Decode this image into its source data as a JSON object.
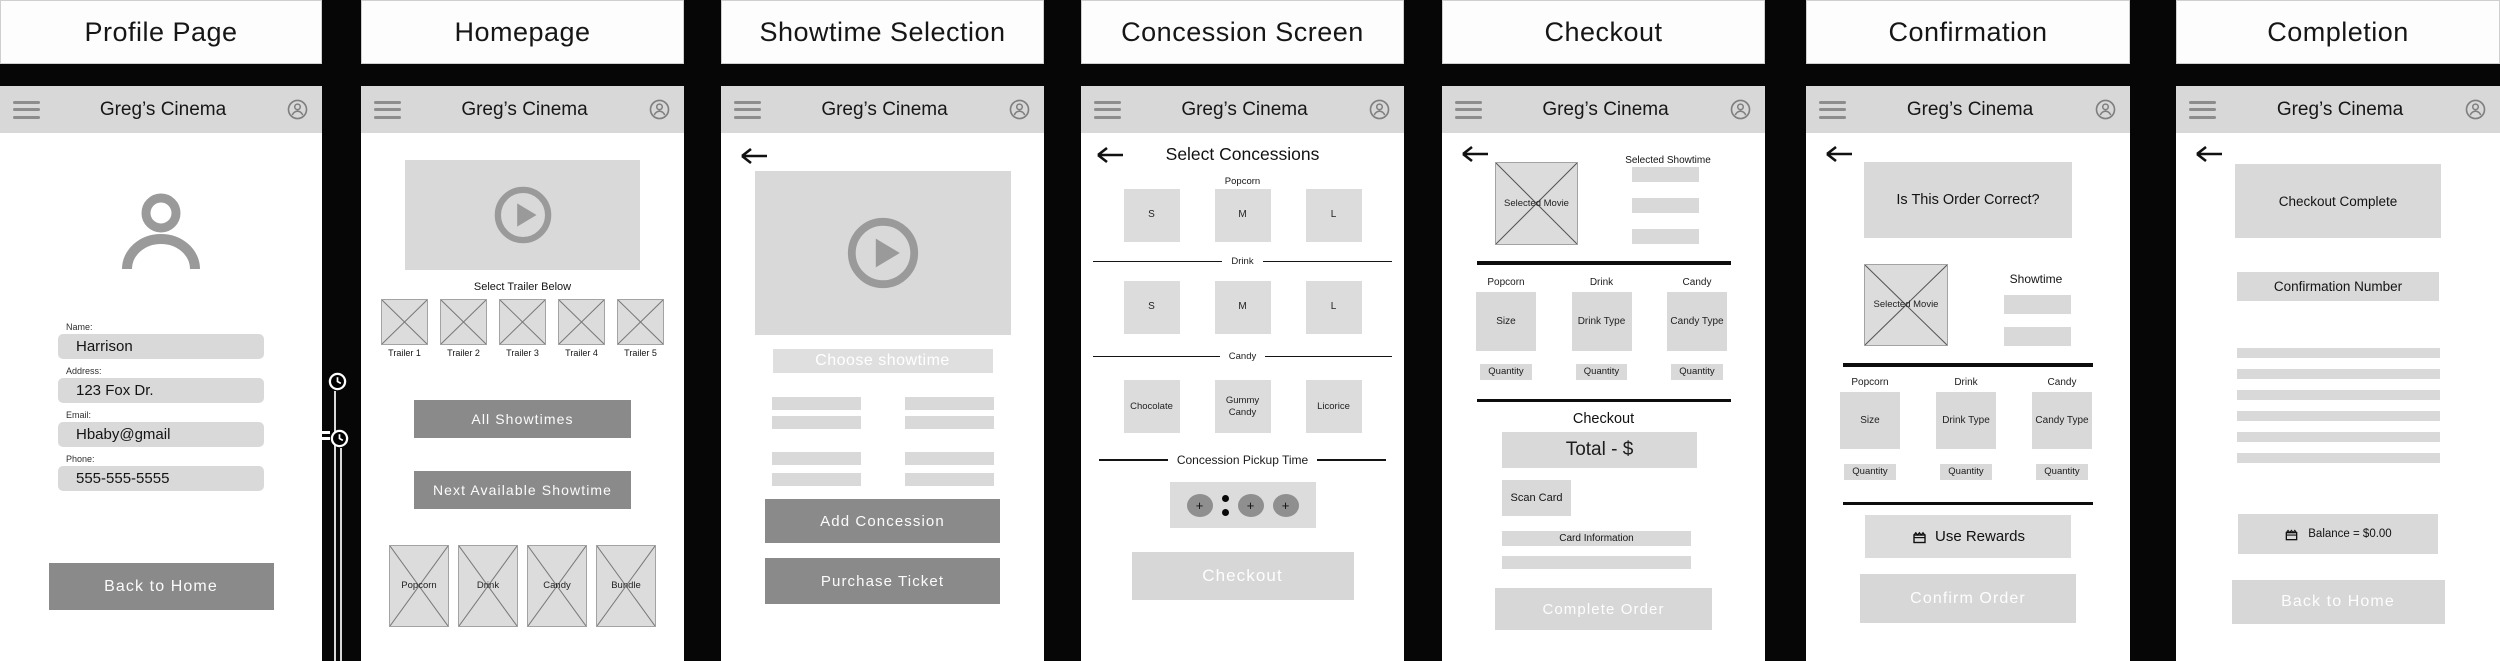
{
  "app": {
    "header_title": "Greg’s Cinema",
    "icons": {
      "menu": "hamburger",
      "account": "account-circle",
      "play": "play-circle",
      "back": "left-arrow",
      "clock": "clock",
      "rewards": "rewards-card"
    },
    "colors": {
      "background": "#060606",
      "header_gray": "#d8d8d8",
      "placeholder_gray": "#d9d9d9",
      "dark_button": "#8a8a8a",
      "disabled_button": "#d7d7d7",
      "icon_gray": "#9a9a9a"
    }
  },
  "panels": {
    "profile": {
      "title": "Profile Page",
      "fields": [
        {
          "label": "Name:",
          "value": "Harrison"
        },
        {
          "label": "Address:",
          "value": "123 Fox Dr."
        },
        {
          "label": "Email:",
          "value": "Hbaby@gmail"
        },
        {
          "label": "Phone:",
          "value": "555-555-5555"
        }
      ],
      "back_button": "Back to Home"
    },
    "homepage": {
      "title": "Homepage",
      "select_trailer_label": "Select Trailer Below",
      "trailers": [
        "Trailer 1",
        "Trailer 2",
        "Trailer 3",
        "Trailer 4",
        "Trailer 5"
      ],
      "all_showtimes_button": "All Showtimes",
      "next_available_button": "Next Available Showtime",
      "categories": [
        "Popcorn",
        "Drink",
        "Candy",
        "Bundle"
      ]
    },
    "showtime": {
      "title": "Showtime Selection",
      "choose_banner": "Choose showtime",
      "add_concession_button": "Add Concession",
      "purchase_ticket_button": "Purchase Ticket"
    },
    "concession": {
      "title": "Concession Screen",
      "heading": "Select Concessions",
      "sections": [
        {
          "label": "Popcorn",
          "options": [
            "S",
            "M",
            "L"
          ]
        },
        {
          "label": "Drink",
          "options": [
            "S",
            "M",
            "L"
          ]
        },
        {
          "label": "Candy",
          "options": [
            "Chocolate",
            "Gummy Candy",
            "Licorice"
          ]
        }
      ],
      "pickup_label": "Concession Pickup Time",
      "plus": "+",
      "checkout_button": "Checkout"
    },
    "checkout": {
      "title": "Checkout",
      "selected_movie": "Selected Movie",
      "selected_showtime_label": "Selected Showtime",
      "columns": [
        {
          "label": "Popcorn",
          "box": "Size",
          "quantity": "Quantity"
        },
        {
          "label": "Drink",
          "box": "Drink Type",
          "quantity": "Quantity"
        },
        {
          "label": "Candy",
          "box": "Candy Type",
          "quantity": "Quantity"
        }
      ],
      "checkout_heading": "Checkout",
      "total_label": "Total - $",
      "scan_card": "Scan Card",
      "card_information": "Card Information",
      "complete_order_button": "Complete Order"
    },
    "confirmation": {
      "title": "Confirmation",
      "question": "Is This Order Correct?",
      "selected_movie": "Selected Movie",
      "showtime_label": "Showtime",
      "columns": [
        {
          "label": "Popcorn",
          "box": "Size",
          "quantity": "Quantity"
        },
        {
          "label": "Drink",
          "box": "Drink Type",
          "quantity": "Quantity"
        },
        {
          "label": "Candy",
          "box": "Candy Type",
          "quantity": "Quantity"
        }
      ],
      "use_rewards_button": "Use Rewards",
      "confirm_order_button": "Confirm Order"
    },
    "completion": {
      "title": "Completion",
      "checkout_complete": "Checkout Complete",
      "confirmation_number": "Confirmation Number",
      "balance_label": "Balance = $0.00",
      "back_home_button": "Back to Home"
    }
  }
}
